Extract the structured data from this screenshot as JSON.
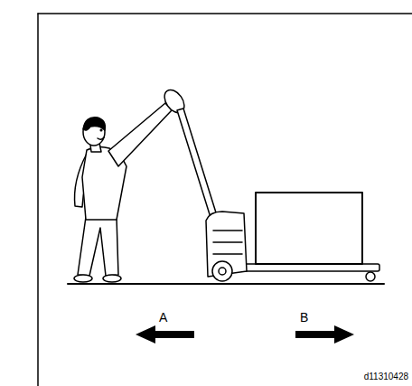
{
  "diagram": {
    "labels": [
      "A",
      "B",
      "d11310428"
    ]
  }
}
